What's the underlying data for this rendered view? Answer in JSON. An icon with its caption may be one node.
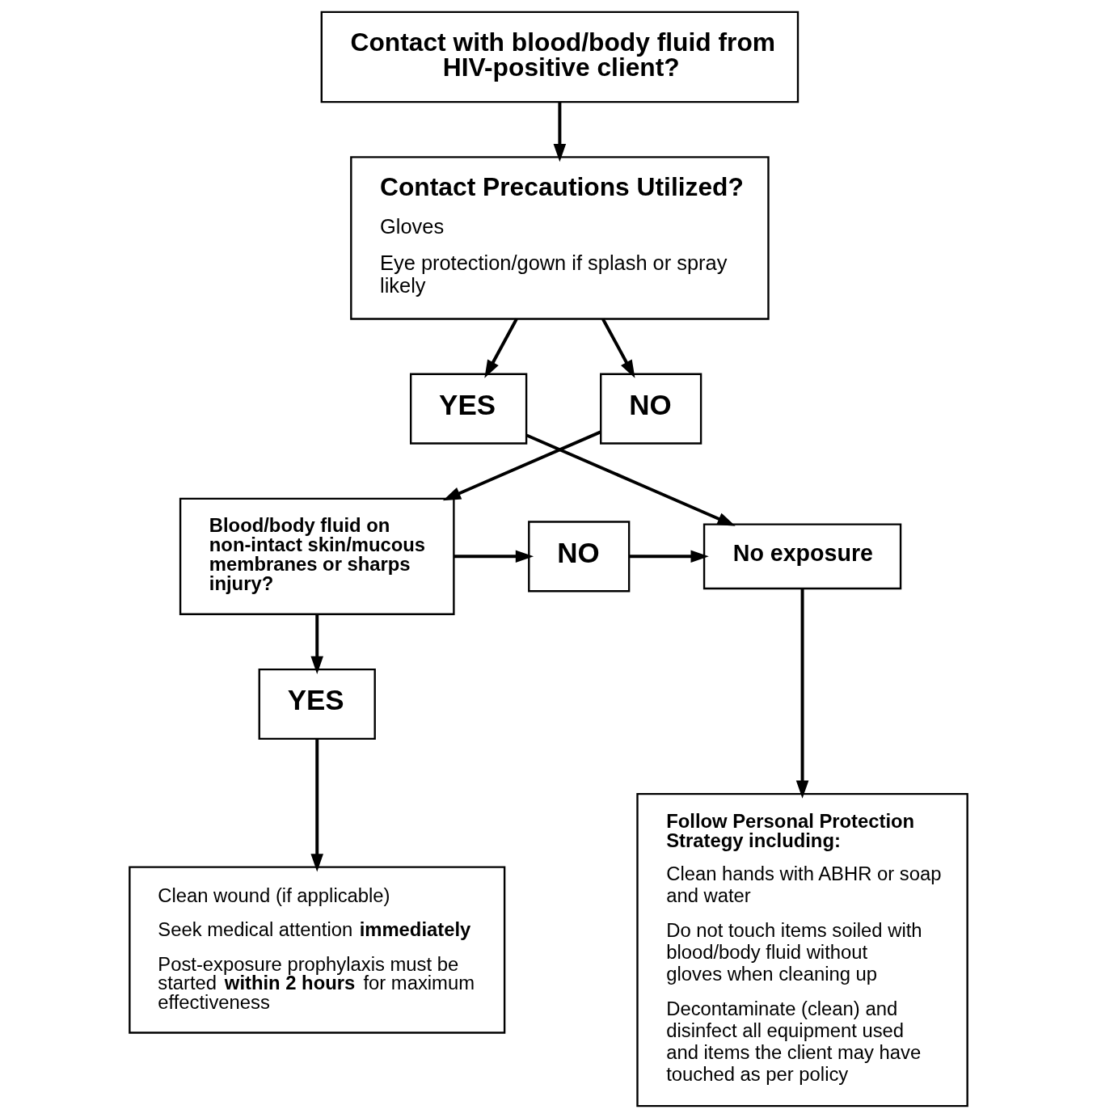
{
  "diagram": {
    "nodes": [
      {
        "text": [
          "Contact with blood/body fluid from HIV-positive client?"
        ]
      },
      {
        "text": [
          "Contact Precautions Utilized?",
          "Gloves",
          "Eye protection/gown if splash or spray likely"
        ]
      },
      {
        "text": [
          "YES"
        ]
      },
      {
        "text": [
          "NO"
        ]
      },
      {
        "text": [
          "No exposure"
        ]
      },
      {
        "text": [
          "NO"
        ]
      },
      {
        "text": [
          "Blood/body fluid on non-intact skin/mucous membranes or sharps injury?"
        ]
      },
      {
        "text": [
          "YES"
        ]
      },
      {
        "text": [
          "Follow Personal Protection Strategy including:",
          "Clean hands with ABHR or soap and water",
          "Do not touch items soiled with blood/body fluid without gloves when cleaning up",
          "Decontaminate (clean) and disinfect all equipment used and items the client may have touched as per policy"
        ]
      },
      {
        "text": [
          "Clean wound (if applicable)",
          "Seek medical attention **immediately**",
          "Post-exposure prophylaxis must be started **within 2 hours** for maximum effectiveness"
        ]
      }
    ],
    "edges": [
      {
        "from": 0,
        "to": 1,
        "arrow": "to"
      },
      {
        "from": 1,
        "to": 2,
        "arrow": "to"
      },
      {
        "from": 1,
        "to": 3,
        "arrow": "to"
      },
      {
        "from": 2,
        "to": 4,
        "arrow": "to"
      },
      {
        "from": 3,
        "to": 6,
        "arrow": "to"
      },
      {
        "from": 6,
        "to": 5,
        "arrow": "to"
      },
      {
        "from": 5,
        "to": 4,
        "arrow": "to"
      },
      {
        "from": 4,
        "to": 8,
        "arrow": "to"
      },
      {
        "from": 6,
        "to": 7,
        "arrow": "to"
      },
      {
        "from": 7,
        "to": 9,
        "arrow": "to"
      }
    ]
  }
}
